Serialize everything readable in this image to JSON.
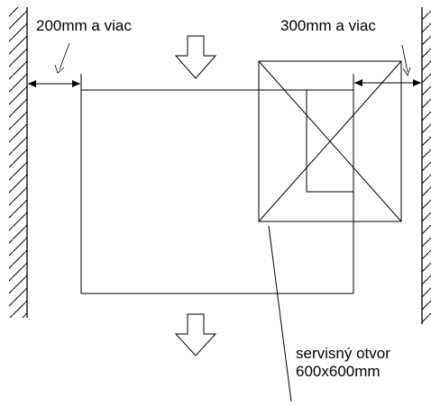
{
  "labels": {
    "left_clearance": "200mm a viac",
    "right_clearance": "300mm a viac",
    "service_opening_line1": "servisný otvor",
    "service_opening_line2": "600x600mm"
  },
  "colors": {
    "line": "#000000",
    "background": "#ffffff"
  }
}
